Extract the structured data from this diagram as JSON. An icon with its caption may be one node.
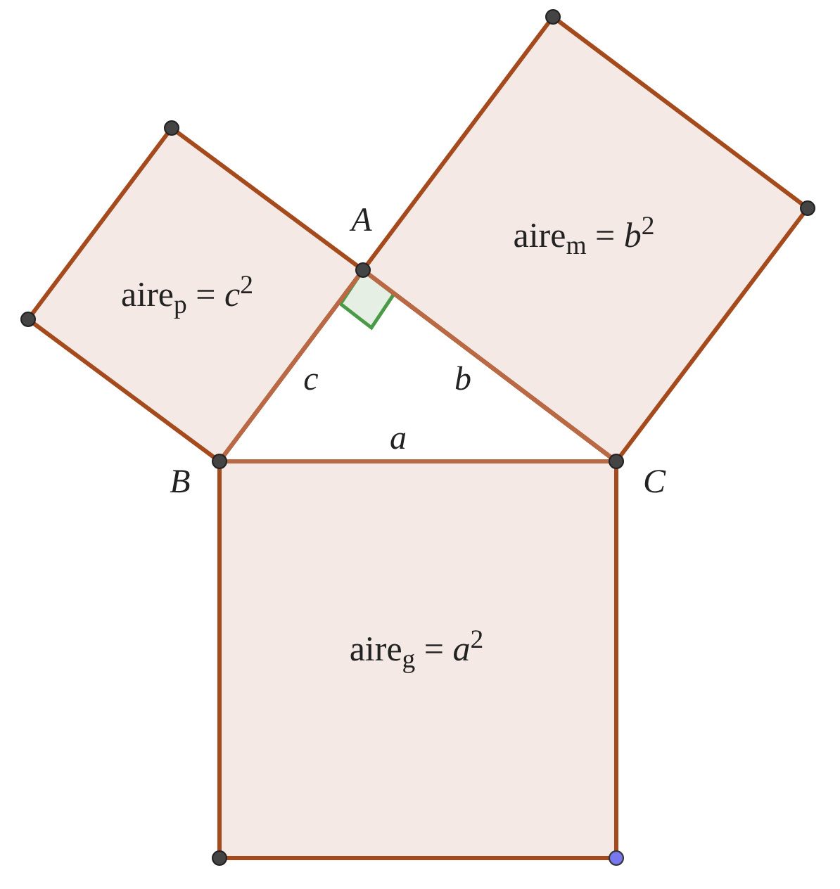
{
  "diagram": {
    "nodes": [
      {
        "text": [
          "aire$_{m}$ = *b*$^{2}$"
        ]
      },
      {
        "text": [
          "aire$_{p}$ = *c*$^{2}$"
        ]
      },
      {
        "text": [
          "aire$_{g}$ = *a*$^{2}$"
        ]
      }
    ],
    "labels": [
      "A",
      "B",
      "C",
      "c",
      "b",
      "a"
    ]
  }
}
